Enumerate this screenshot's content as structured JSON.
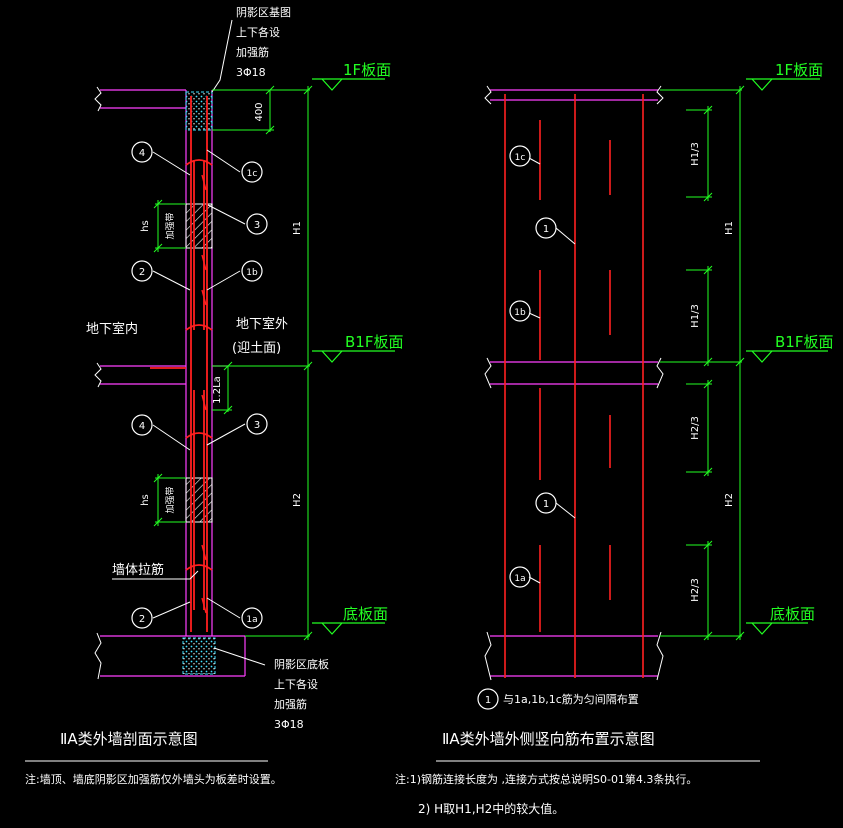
{
  "left": {
    "title": "ⅡA类外墙剖面示意图",
    "note": "注:墙顶、墙底阴影区加强筋仅外墙头为板差时设置。",
    "top_callout": [
      "阴影区基图",
      "上下各设",
      "加强筋",
      "3Φ18"
    ],
    "bottom_callout": [
      "阴影区底板",
      "上下各设",
      "加强筋",
      "3Φ18"
    ],
    "dim_400": "400",
    "dim_12la": "1.2La",
    "dim_hs": "hs",
    "reinf_band": "加强带",
    "H1": "H1",
    "H2": "H2",
    "room_inside": "地下室内",
    "room_outside": "地下室外",
    "backfill": "(迎土面)",
    "wall_tie": "墙体拉筋",
    "level_1f": "1F板面",
    "level_b1f": "B1F板面",
    "level_bottom": "底板面",
    "tags": {
      "n4": "4",
      "n3": "3",
      "n2": "2",
      "n1c": "1c",
      "n1b": "1b",
      "n1a": "1a"
    }
  },
  "right": {
    "title": "ⅡA类外墙外侧竖向筋布置示意图",
    "note1": "注:1)钢筋连接长度为 ,连接方式按总说明S0-01第4.3条执行。",
    "note2": "2) H取H1,H2中的较大值。",
    "spacing_note": "与1a,1b,1c筋为匀间隔布置",
    "H1": "H1",
    "H2": "H2",
    "H1_3": "H1/3",
    "H2_3": "H2/3",
    "level_1f": "1F板面",
    "level_b1f": "B1F板面",
    "level_bottom": "底板面",
    "tags": {
      "n1c": "1c",
      "n1": "1",
      "n1b": "1b",
      "n1a": "1a"
    }
  },
  "colors": {
    "background": "#000000",
    "white": "#ffffff",
    "green": "#22ff22",
    "red": "#ff2020",
    "magenta": "#ff40ff",
    "cyan": "#40e0ff"
  }
}
